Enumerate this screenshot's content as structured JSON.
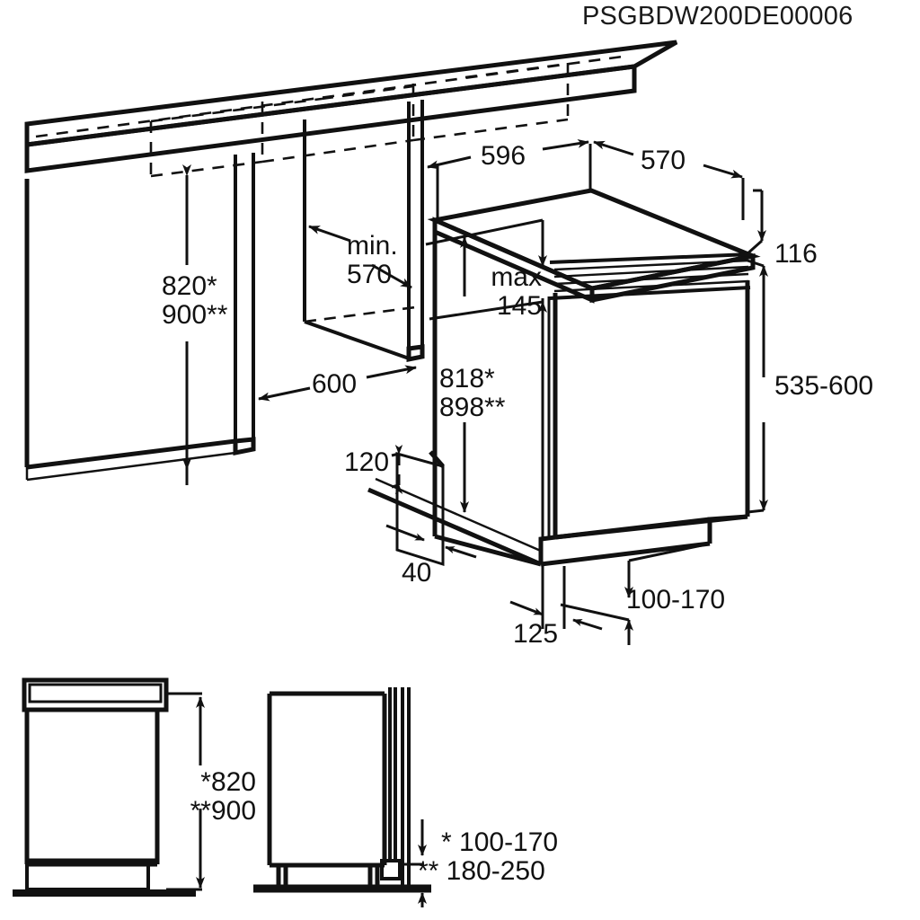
{
  "document": {
    "title": "PSGBDW200DE00006",
    "type": "installation-dimension-drawing",
    "subject": "Built-in dishwasher installation dimensions",
    "units": "mm",
    "line_color": "#111111",
    "background_color": "#ffffff"
  },
  "isometric_view": {
    "name": "main-isometric-installation-view",
    "dimensions": {
      "cabinet_height": "820*\n900**",
      "cabinet_height_line1": "820*",
      "cabinet_height_line2": "900**",
      "niche_depth_min": "min.\n570",
      "niche_depth_min_line1": "min.",
      "niche_depth_min_line2": "570",
      "niche_width": "600",
      "appliance_width": "596",
      "appliance_depth": "570",
      "worktop_overhang_max": "max\n145",
      "worktop_overhang_max_line1": "max",
      "worktop_overhang_max_line2": "145",
      "appliance_height": "818*\n898**",
      "appliance_height_line1": "818*",
      "appliance_height_line2": "898**",
      "panel_top_offset": "116",
      "door_panel_height": "535-600",
      "plinth_recess_height": "120",
      "plinth_setback": "40",
      "plinth_depth": "125",
      "plinth_height_range": "100-170"
    }
  },
  "elevation_views": {
    "name": "lower-elevation-views",
    "front_view": {
      "name": "front-elevation",
      "height_label_line1": "*820",
      "height_label_line2": "**900"
    },
    "side_view": {
      "name": "side-elevation",
      "footnote_line1": "*  100-170",
      "footnote_line2": "** 180-250"
    }
  },
  "footnotes": {
    "star_single": "*",
    "star_double": "**"
  }
}
